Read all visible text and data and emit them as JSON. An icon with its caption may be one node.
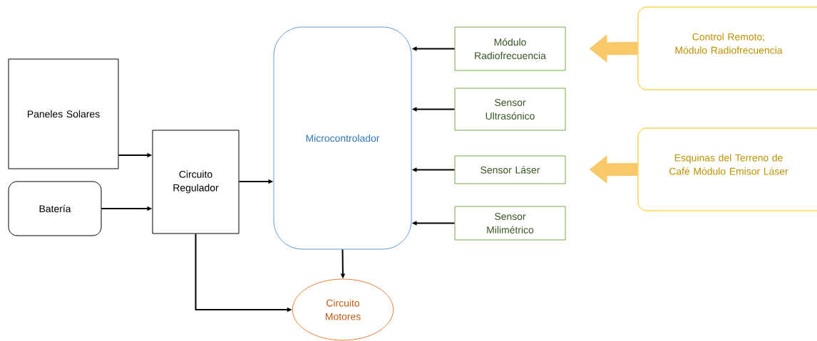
{
  "diagram": {
    "nodes": [
      {
        "text": [
          "Paneles Solares"
        ]
      },
      {
        "text": [
          "Batería"
        ]
      },
      {
        "text": [
          "Circuito Regulador"
        ]
      },
      {
        "text": [
          "Microcontrolador"
        ]
      },
      {
        "text": [
          "Módulo Radiofrecuencia"
        ]
      },
      {
        "text": [
          "Sensor Ultrasónico"
        ]
      },
      {
        "text": [
          "Sensor Láser"
        ]
      },
      {
        "text": [
          "Sensor Milimétrico"
        ]
      },
      {
        "text": [
          "Circuito Motores"
        ]
      },
      {
        "text": [
          "Control Remoto; Módulo Radiofrecuencia"
        ]
      },
      {
        "text": [
          "Esquinas del Terreno de Café Módulo Emisor Láser"
        ]
      }
    ],
    "edges": [
      {
        "from": 0,
        "to": 2,
        "arrow": "to"
      },
      {
        "from": 1,
        "to": 2,
        "arrow": "to"
      },
      {
        "from": 2,
        "to": 3,
        "arrow": "to"
      },
      {
        "from": 4,
        "to": 3,
        "arrow": "to"
      },
      {
        "from": 5,
        "to": 3,
        "arrow": "to"
      },
      {
        "from": 6,
        "to": 3,
        "arrow": "to"
      },
      {
        "from": 7,
        "to": 3,
        "arrow": "to"
      },
      {
        "from": 3,
        "to": 8,
        "arrow": "to"
      },
      {
        "from": 2,
        "to": 8,
        "arrow": "to"
      },
      {
        "from": 9,
        "to": 4,
        "arrow": "to",
        "style": "thick",
        "color": "#f9c969"
      },
      {
        "from": 10,
        "to": 6,
        "arrow": "to",
        "style": "thick",
        "color": "#f9c969"
      }
    ]
  }
}
